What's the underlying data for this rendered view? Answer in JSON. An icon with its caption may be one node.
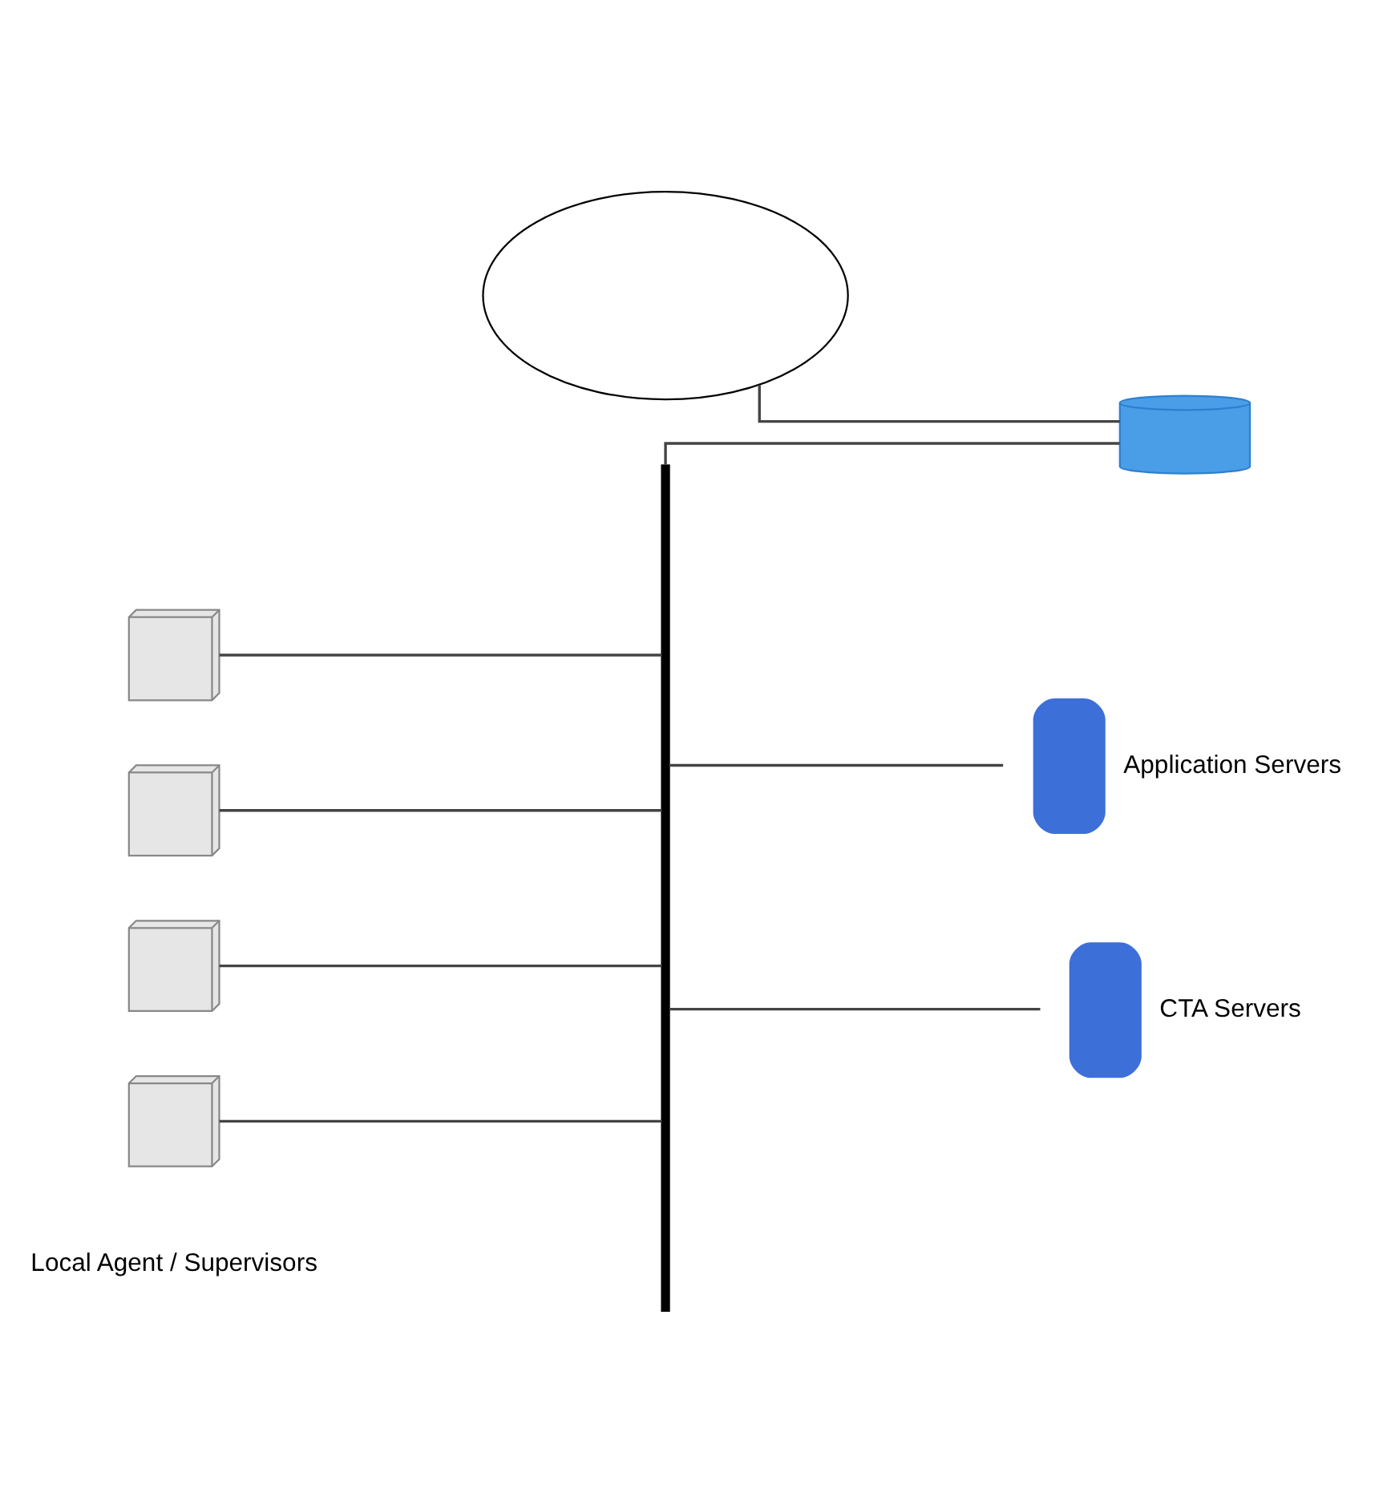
{
  "diagram": {
    "nodes": [
      {
        "text": [],
        "shape": "cloud"
      },
      {
        "text": [],
        "shape": "router"
      },
      {
        "text": [],
        "shape": "computer"
      },
      {
        "text": [],
        "shape": "computer"
      },
      {
        "text": [],
        "shape": "bar"
      },
      {
        "text": [],
        "shape": "server",
        "beside": [
          "Application Servers"
        ]
      },
      {
        "text": [],
        "shape": "computer"
      },
      {
        "text": [],
        "shape": "server",
        "beside": [
          "CTA Servers"
        ]
      },
      {
        "text": [],
        "shape": "computer"
      }
    ],
    "edges": [
      {
        "from": 0,
        "to": 1,
        "arrow": "none"
      },
      {
        "from": 2,
        "to": 4,
        "arrow": "none"
      },
      {
        "from": 3,
        "to": 4,
        "arrow": "none"
      },
      {
        "from": 4,
        "to": 1,
        "arrow": "none"
      },
      {
        "from": 4,
        "to": 5,
        "arrow": "none"
      },
      {
        "from": 6,
        "to": 4,
        "arrow": "none"
      },
      {
        "from": 4,
        "to": 7,
        "arrow": "none"
      },
      {
        "from": 8,
        "to": 4,
        "arrow": "none"
      }
    ],
    "labels": [
      "Local Agent / Supervisors"
    ]
  }
}
